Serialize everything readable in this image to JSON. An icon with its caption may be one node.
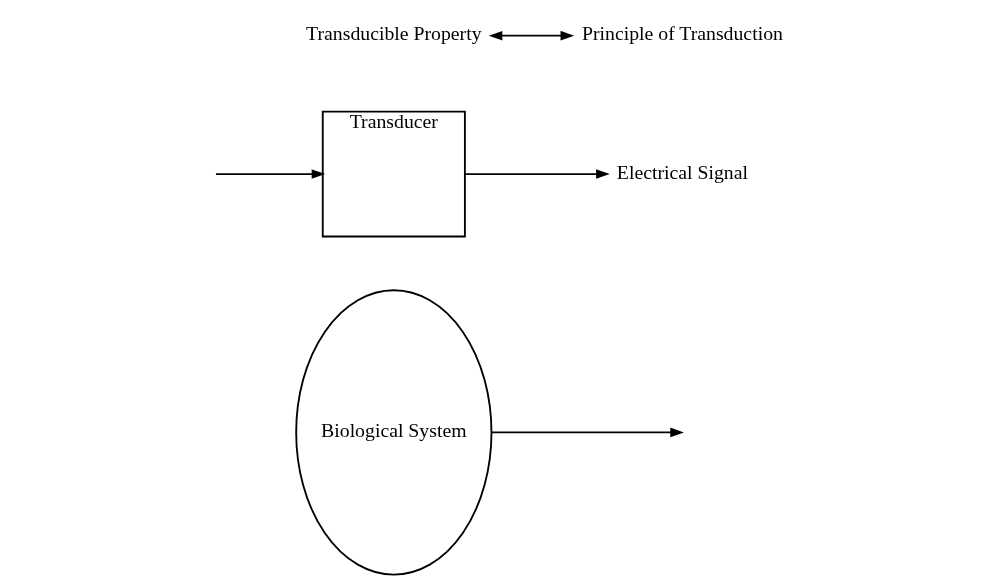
{
  "diagram": {
    "nodes": [
      {
        "text": [
          "Biological System"
        ]
      },
      {
        "text": [
          "Transducer"
        ]
      },
      {
        "text": [
          "Electrical Signal"
        ]
      },
      {
        "text": [
          "Transducible Property"
        ]
      },
      {
        "text": [
          "Principle of Transduction"
        ]
      }
    ],
    "edges": [
      {
        "from": 0,
        "to": null,
        "arrow": "to"
      },
      {
        "from": null,
        "to": 1,
        "arrow": "to"
      },
      {
        "from": 1,
        "to": 2,
        "arrow": "to"
      },
      {
        "from": 3,
        "to": 4,
        "arrow": "both"
      }
    ]
  }
}
